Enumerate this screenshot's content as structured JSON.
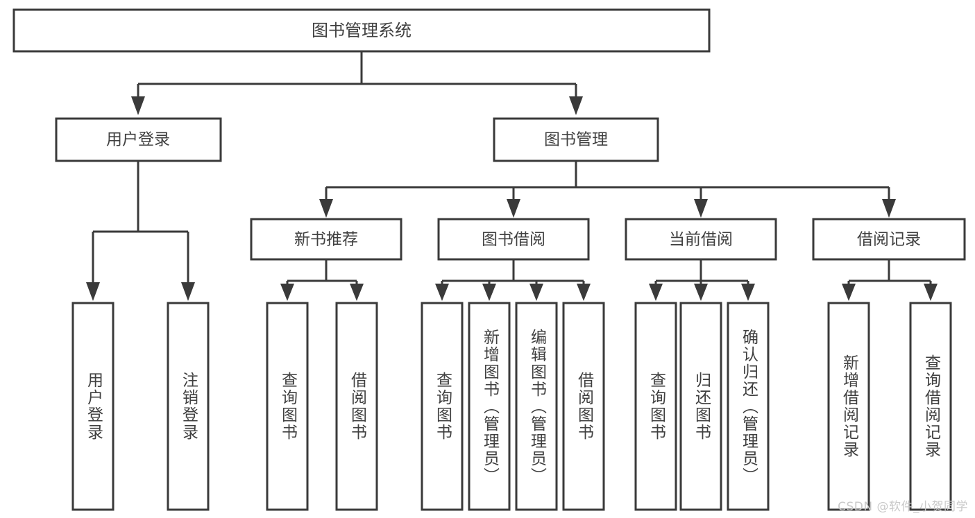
{
  "diagram": {
    "type": "tree-hierarchy",
    "title": "图书管理系统",
    "orientation": "top-down",
    "colors": {
      "background": "#ffffff",
      "box_stroke": "#3a3a3a",
      "box_fill": "#ffffff",
      "text": "#404040",
      "connector": "#3a3a3a",
      "watermark": "#c9c9c9"
    },
    "root": {
      "id": "root",
      "label": "图书管理系统"
    },
    "level1": [
      {
        "id": "user-login",
        "label": "用户登录"
      },
      {
        "id": "book-manage",
        "label": "图书管理"
      }
    ],
    "level2": [
      {
        "id": "new-book-recommend",
        "label": "新书推荐",
        "parent": "book-manage"
      },
      {
        "id": "book-borrow",
        "label": "图书借阅",
        "parent": "book-manage"
      },
      {
        "id": "current-borrow",
        "label": "当前借阅",
        "parent": "book-manage"
      },
      {
        "id": "borrow-record",
        "label": "借阅记录",
        "parent": "book-manage"
      }
    ],
    "leaves": [
      {
        "id": "leaf-user-login",
        "label": "用户登录",
        "parent": "user-login"
      },
      {
        "id": "leaf-logout-login",
        "label": "注销登录",
        "parent": "user-login"
      },
      {
        "id": "leaf-query-book-1",
        "label": "查询图书",
        "parent": "new-book-recommend"
      },
      {
        "id": "leaf-borrow-book-1",
        "label": "借阅图书",
        "parent": "new-book-recommend"
      },
      {
        "id": "leaf-query-book-2",
        "label": "查询图书",
        "parent": "book-borrow"
      },
      {
        "id": "leaf-add-book",
        "label": "新增图书（管理员）",
        "parent": "book-borrow"
      },
      {
        "id": "leaf-edit-book",
        "label": "编辑图书（管理员）",
        "parent": "book-borrow"
      },
      {
        "id": "leaf-borrow-book-2",
        "label": "借阅图书",
        "parent": "book-borrow"
      },
      {
        "id": "leaf-query-book-3",
        "label": "查询图书",
        "parent": "current-borrow"
      },
      {
        "id": "leaf-return-book",
        "label": "归还图书",
        "parent": "current-borrow"
      },
      {
        "id": "leaf-confirm-return",
        "label": "确认归还（管理员）",
        "parent": "current-borrow"
      },
      {
        "id": "leaf-add-record",
        "label": "新增借阅记录",
        "parent": "borrow-record"
      },
      {
        "id": "leaf-query-record",
        "label": "查询借阅记录",
        "parent": "borrow-record"
      }
    ]
  },
  "watermark": {
    "text": "CSDN @软件_小贺同学"
  }
}
